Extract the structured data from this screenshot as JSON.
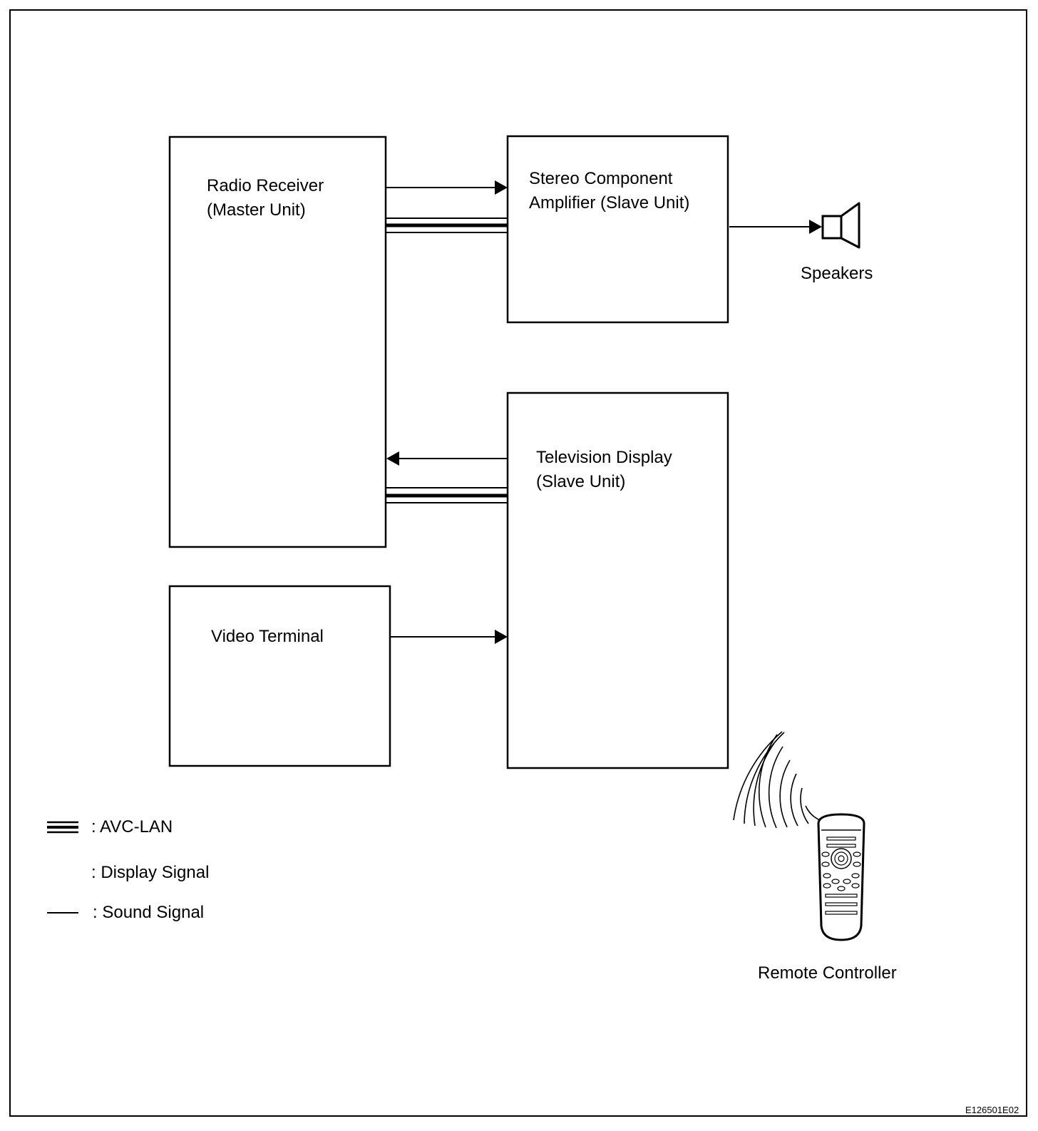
{
  "blocks": {
    "radio_receiver": [
      "Radio Receiver",
      "(Master Unit)"
    ],
    "stereo_amp": [
      "Stereo Component",
      "Amplifier (Slave Unit)"
    ],
    "television": [
      "Television Display",
      "(Slave Unit)"
    ],
    "video_terminal": "Video Terminal"
  },
  "devices": {
    "speakers": "Speakers",
    "remote": "Remote Controller"
  },
  "legend": {
    "avc_lan": ": AVC-LAN",
    "display_signal": ": Display Signal",
    "sound_signal": ": Sound Signal"
  },
  "doc_code": "E126501E02"
}
